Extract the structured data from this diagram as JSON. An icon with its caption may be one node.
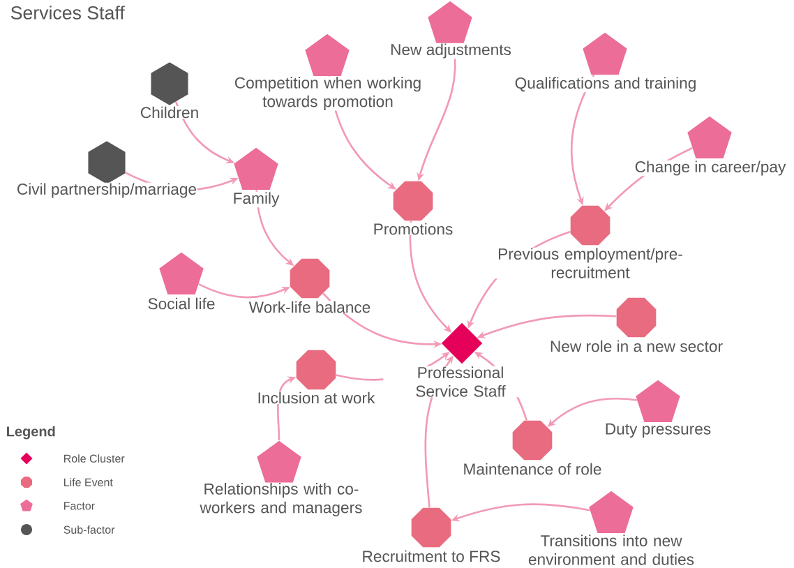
{
  "diagram": {
    "title": "Services Staff",
    "nodes": [
      {
        "text": [
          "New adjustments"
        ]
      },
      {
        "text": [
          "Competition when working towards promotion"
        ]
      },
      {
        "text": [
          "Qualifications and training"
        ]
      },
      {
        "text": [
          "Children"
        ]
      },
      {
        "text": [
          "Change in career/pay"
        ]
      },
      {
        "text": [
          "Family"
        ]
      },
      {
        "text": [
          "Civil partnership/marriage"
        ]
      },
      {
        "text": [
          "Promotions"
        ]
      },
      {
        "text": [
          "Previous employment/pre-recruitment"
        ]
      },
      {
        "text": [
          "Social life"
        ]
      },
      {
        "text": [
          "Work-life balance"
        ]
      },
      {
        "text": [
          "New role in a new sector"
        ]
      },
      {
        "text": [
          "Professional Service Staff"
        ]
      },
      {
        "text": [
          "Inclusion at work"
        ]
      },
      {
        "text": [
          "Duty pressures"
        ]
      },
      {
        "text": [
          "Maintenance of role"
        ]
      },
      {
        "text": [
          "Relationships with co-workers and managers"
        ]
      },
      {
        "text": [
          "Transitions into new environment and duties"
        ]
      },
      {
        "text": [
          "Recruitment to FRS"
        ]
      }
    ],
    "edges": [
      {
        "from": 3,
        "to": 5,
        "arrow": "to"
      },
      {
        "from": 6,
        "to": 5,
        "arrow": "to"
      },
      {
        "from": 5,
        "to": 10,
        "arrow": "to"
      },
      {
        "from": 9,
        "to": 10,
        "arrow": "to"
      },
      {
        "from": 10,
        "to": 12,
        "arrow": "to"
      },
      {
        "from": 1,
        "to": 7,
        "arrow": "to"
      },
      {
        "from": 0,
        "to": 7,
        "arrow": "to"
      },
      {
        "from": 7,
        "to": 12,
        "arrow": "to"
      },
      {
        "from": 2,
        "to": 8,
        "arrow": "to"
      },
      {
        "from": 4,
        "to": 8,
        "arrow": "to"
      },
      {
        "from": 8,
        "to": 12,
        "arrow": "to"
      },
      {
        "from": 11,
        "to": 12,
        "arrow": "to"
      },
      {
        "from": 13,
        "to": 12,
        "arrow": "to"
      },
      {
        "from": 16,
        "to": 13,
        "arrow": "to"
      },
      {
        "from": 15,
        "to": 12,
        "arrow": "to"
      },
      {
        "from": 14,
        "to": 15,
        "arrow": "to"
      },
      {
        "from": 18,
        "to": 12,
        "arrow": "to"
      },
      {
        "from": 17,
        "to": 18,
        "arrow": "to"
      }
    ],
    "labels": [
      "Legend"
    ],
    "legend": [
      {
        "text": "Role Cluster",
        "color": "#e5005a"
      },
      {
        "text": "Life Event",
        "color": "#e86b80"
      },
      {
        "text": "Factor",
        "color": "#ec6d97"
      },
      {
        "text": "Sub-factor",
        "color": "#555555"
      }
    ]
  }
}
